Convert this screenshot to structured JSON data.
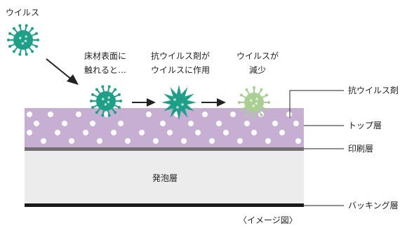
{
  "labels": {
    "virus": "ウイルス",
    "step1_line1": "床材表面に",
    "step1_line2": "触れると…",
    "step2_line1": "抗ウイルス剤が",
    "step2_line2": "ウイルスに作用",
    "step3_line1": "ウイルスが",
    "step3_line2": "減少",
    "antiviral_agent": "抗ウイルス剤",
    "top_layer": "トップ層",
    "print_layer": "印刷層",
    "foam_layer": "発泡層",
    "backing_layer": "バッキング層",
    "caption": "〈イメージ図〉"
  },
  "colors": {
    "virus_teal": "#1f9f88",
    "virus_faded": "#a9cf95",
    "top_layer_purple": "#c7aed3",
    "print_layer_gray": "#707070",
    "foam_layer_gray": "#ececec",
    "backing_black": "#1a1a1a"
  }
}
